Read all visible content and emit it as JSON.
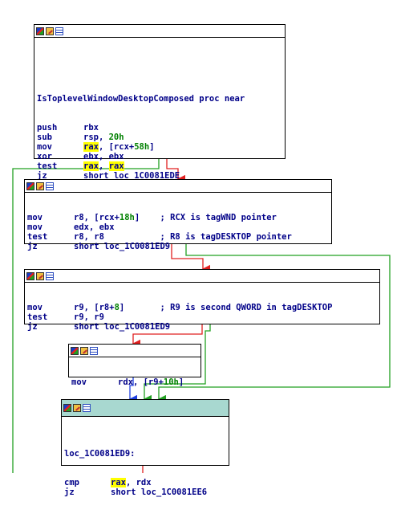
{
  "node1": {
    "proc_label": "IsToplevelWindowDesktopComposed proc near",
    "lines": [
      {
        "op": "push",
        "args": [
          {
            "t": "rbx"
          }
        ]
      },
      {
        "op": "sub",
        "args": [
          {
            "t": "rsp, "
          },
          {
            "t": "20h",
            "c": "num"
          }
        ]
      },
      {
        "op": "mov",
        "args": [
          {
            "t": "rax",
            "c": "hl"
          },
          {
            "t": ", [rcx+"
          },
          {
            "t": "58h",
            "c": "num"
          },
          {
            "t": "]"
          }
        ]
      },
      {
        "op": "xor",
        "args": [
          {
            "t": "ebx, ebx"
          }
        ]
      },
      {
        "op": "test",
        "args": [
          {
            "t": "rax",
            "c": "hl"
          },
          {
            "t": ", "
          },
          {
            "t": "rax",
            "c": "hl"
          }
        ]
      },
      {
        "op": "jz",
        "args": [
          {
            "t": "short loc_1C0081EDE"
          }
        ]
      }
    ]
  },
  "node2": {
    "lines": [
      {
        "op": "mov",
        "args": [
          {
            "t": "r8, [rcx+"
          },
          {
            "t": "18h",
            "c": "num"
          },
          {
            "t": "]    "
          },
          {
            "t": "; RCX is tagWND pointer",
            "c": "cmt"
          }
        ]
      },
      {
        "op": "mov",
        "args": [
          {
            "t": "edx, ebx"
          }
        ]
      },
      {
        "op": "test",
        "args": [
          {
            "t": "r8, r8           "
          },
          {
            "t": "; R8 is tagDESKTOP pointer",
            "c": "cmt"
          }
        ]
      },
      {
        "op": "jz",
        "args": [
          {
            "t": "short loc_1C0081ED9"
          }
        ]
      }
    ]
  },
  "node3": {
    "lines": [
      {
        "op": "mov",
        "args": [
          {
            "t": "r9, [r8+"
          },
          {
            "t": "8",
            "c": "num"
          },
          {
            "t": "]       "
          },
          {
            "t": "; R9 is second QWORD in tagDESKTOP",
            "c": "cmt"
          }
        ]
      },
      {
        "op": "test",
        "args": [
          {
            "t": "r9, r9"
          }
        ]
      },
      {
        "op": "jz",
        "args": [
          {
            "t": "short loc_1C0081ED9"
          }
        ]
      }
    ]
  },
  "node4": {
    "lines": [
      {
        "op": "mov",
        "args": [
          {
            "t": "rdx, [r9+"
          },
          {
            "t": "10h",
            "c": "num"
          },
          {
            "t": "]"
          }
        ]
      }
    ]
  },
  "node5": {
    "label": "loc_1C0081ED9:",
    "lines": [
      {
        "op": "cmp",
        "args": [
          {
            "t": "rax",
            "c": "hl"
          },
          {
            "t": ", rdx"
          }
        ]
      },
      {
        "op": "jz",
        "args": [
          {
            "t": "short loc_1C0081EE6"
          }
        ]
      }
    ]
  },
  "colors": {
    "true_edge": "#22a022",
    "false_edge": "#e02020",
    "uncond_edge": "#2040e0",
    "selected_header": "#a8d8d0"
  },
  "icons": [
    "graph-icon",
    "edit-icon",
    "list-icon"
  ]
}
